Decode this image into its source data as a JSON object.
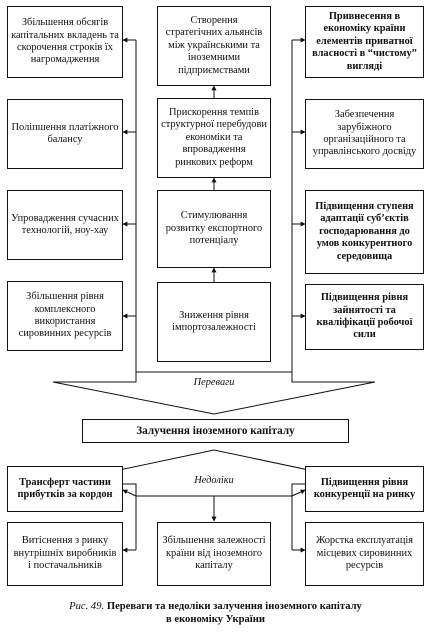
{
  "advantages": {
    "left": [
      "Збільшення обсягів капітальних вкладень та скорочення строків їх нагромадження",
      "Поліпшення платіжного балансу",
      "Упровадження сучасних технологій, ноу-хау",
      "Збільшення рівня комплексного використання сировинних ресурсів"
    ],
    "center": [
      "Створення стратегічних альянсів між українськими та іноземними підприємствами",
      "Прискорення темпів структурної перебудови економіки та впровадження ринкових реформ",
      "Стимулювання розвитку експортного потенціалу",
      "Зниження рівня імпортозалежності"
    ],
    "right": [
      "Привнесення в економіку країни елементів приватної власності в “чистому” вигляді",
      "Забезпечення зарубіжного організаційного та управлінського досвіду",
      "Підвищення ступеня адаптації суб’єктів господарювання до умов конкурентного середовища",
      "Підвищення рівня зайнятості та кваліфікації робочої сили"
    ],
    "label": "Переваги"
  },
  "main": "Залучення іноземного капіталу",
  "disadvantages": {
    "label": "Недоліки",
    "left": [
      "Трансферт частини прибутків за кордон",
      "Витіснення з ринку внутрішніх виробників і постачальників"
    ],
    "center": "Збільшення залежності країни від іноземного капіталу",
    "right": [
      "Підвищення рівня конкуренції на ринку",
      "Жорстка експлуатація місцевих сировинних ресурсів"
    ]
  },
  "caption": {
    "fig": "Рис. 49.",
    "line1": "Переваги та недоліки залучення іноземного капіталу",
    "line2": "в економіку України"
  }
}
